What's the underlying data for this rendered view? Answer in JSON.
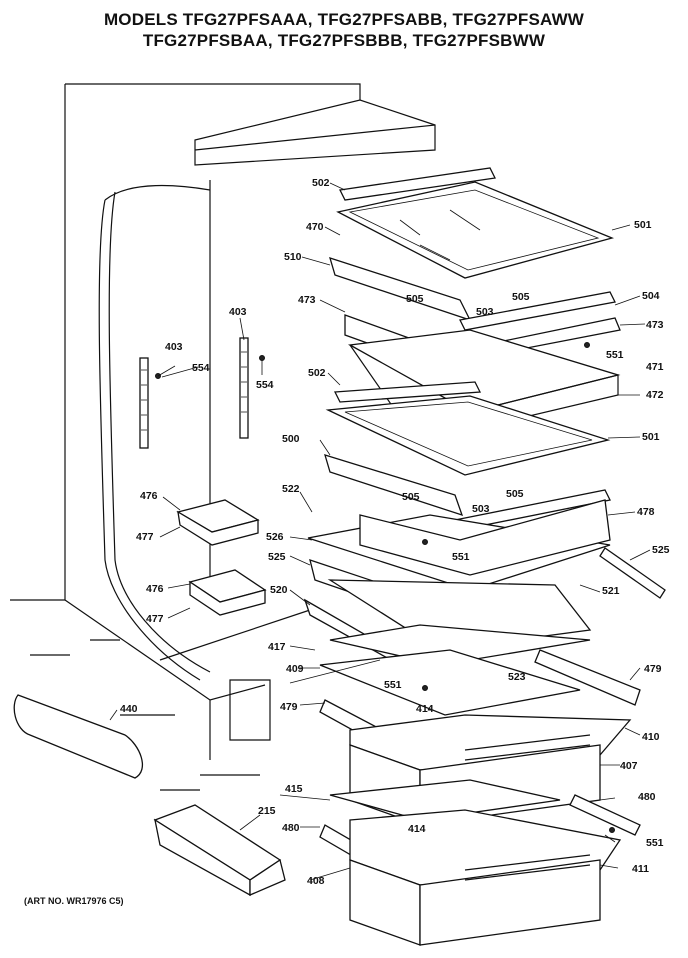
{
  "title": {
    "line1": "MODELS TFG27PFSAAA, TFG27PFSABB, TFG27PFSAWW",
    "line2": "TFG27PFSBAA, TFG27PFSBBB, TFG27PFSBWW"
  },
  "art_number": "(ART NO. WR17976 C5)",
  "part_labels": {
    "p502a": "502",
    "p501a": "501",
    "p470": "470",
    "p510": "510",
    "p505a": "505",
    "p505b": "505",
    "p503a": "503",
    "p504": "504",
    "p473a": "473",
    "p473b": "473",
    "p551a": "551",
    "p403a": "403",
    "p403b": "403",
    "p554a": "554",
    "p554b": "554",
    "p502b": "502",
    "p471": "471",
    "p472": "472",
    "p500": "500",
    "p501b": "501",
    "p505c": "505",
    "p505d": "505",
    "p503b": "503",
    "p478": "478",
    "p522": "522",
    "p476a": "476",
    "p477a": "477",
    "p526": "526",
    "p551b": "551",
    "p525a": "525",
    "p525b": "525",
    "p521": "521",
    "p476b": "476",
    "p477b": "477",
    "p520": "520",
    "p417": "417",
    "p409": "409",
    "p523": "523",
    "p479a": "479",
    "p479b": "479",
    "p551c": "551",
    "p414a": "414",
    "p410": "410",
    "p440": "440",
    "p407": "407",
    "p415": "415",
    "p480a": "480",
    "p480b": "480",
    "p215": "215",
    "p414b": "414",
    "p551d": "551",
    "p408": "408",
    "p411": "411"
  }
}
